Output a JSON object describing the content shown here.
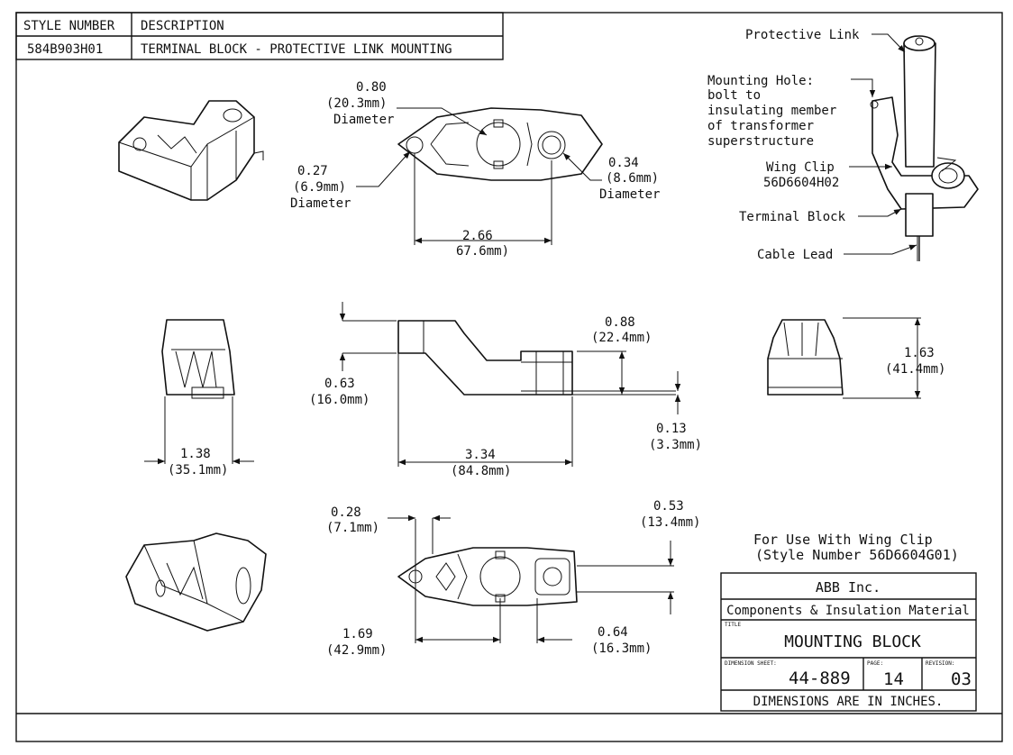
{
  "header_table": {
    "col1_header": "STYLE NUMBER",
    "col2_header": "DESCRIPTION",
    "style_number": "584B903H01",
    "description": "TERMINAL BLOCK - PROTECTIVE LINK MOUNTING"
  },
  "callouts": {
    "protective_link": "Protective Link",
    "mounting_hole": [
      "Mounting Hole:",
      "bolt to",
      "insulating member",
      "of transformer",
      "superstructure"
    ],
    "wing_clip": [
      "Wing Clip",
      "56D6604H02"
    ],
    "terminal_block": "Terminal Block",
    "cable_lead": "Cable Lead"
  },
  "dimensions": {
    "top_center_dia": [
      "0.80",
      "(20.3mm)",
      "Diameter"
    ],
    "top_left_dia": [
      "0.27",
      "(6.9mm)",
      "Diameter"
    ],
    "top_right_dia": [
      "0.34",
      "(8.6mm)",
      "Diameter"
    ],
    "top_spacing": [
      "2.66",
      "67.6mm)"
    ],
    "front_width": [
      "1.38",
      "(35.1mm)"
    ],
    "side_height": [
      "0.63",
      "(16.0mm)"
    ],
    "side_rise": [
      "0.88",
      "(22.4mm)"
    ],
    "side_thickness": [
      "0.13",
      "(3.3mm)"
    ],
    "side_length": [
      "3.34",
      "(84.8mm)"
    ],
    "end_height": [
      "1.63",
      "(41.4mm)"
    ],
    "bottom_left_offset": [
      "0.28",
      "(7.1mm)"
    ],
    "bottom_right_height": [
      "0.53",
      "(13.4mm)"
    ],
    "bottom_length": [
      "1.69",
      "(42.9mm)"
    ],
    "bottom_right_offset": [
      "0.64",
      "(16.3mm)"
    ]
  },
  "usage_note": [
    "For Use With Wing Clip",
    "(Style Number 56D6604G01)"
  ],
  "title_block": {
    "company": "ABB Inc.",
    "division": "Components & Insulation Material",
    "title_label": "TITLE",
    "title": "MOUNTING BLOCK",
    "sheet_label": "DIMENSION SHEET:",
    "sheet": "44-889",
    "page_label": "PAGE:",
    "page": "14",
    "revision_label": "REVISION:",
    "revision": "03",
    "footer": "DIMENSIONS ARE IN INCHES."
  }
}
